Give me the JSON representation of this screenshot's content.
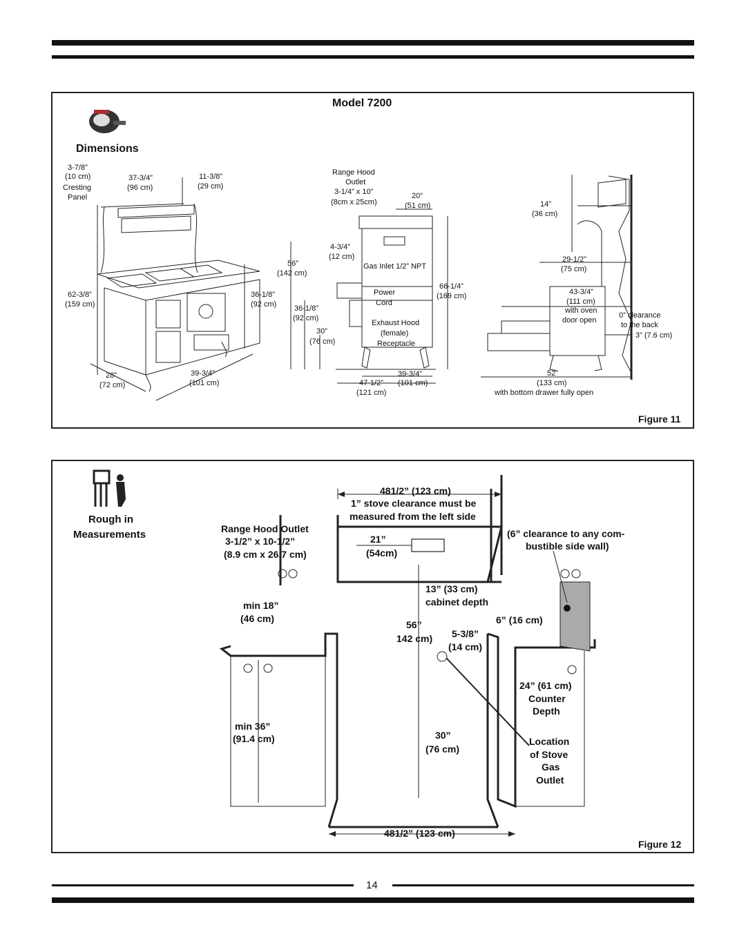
{
  "page_number": "14",
  "figure11": {
    "model": "Model 7200",
    "section_title": "Dimensions",
    "caption": "Figure 11",
    "front_view": {
      "cresting_panel_in": "3-7/8”",
      "cresting_panel_cm": "(10 cm)",
      "cresting_label_1": "Cresting",
      "cresting_label_2": "Panel",
      "width_top_in": "37-3/4”",
      "width_top_cm": "(96 cm)",
      "shelf_depth_in": "11-3/8”",
      "shelf_depth_cm": "(29 cm)",
      "height_in": "62-3/8”",
      "height_cm": "(159 cm)",
      "counter_height_in": "36-1/8”",
      "counter_height_cm": "(92 cm)",
      "depth_in": "28”",
      "depth_cm": "(72 cm)",
      "width_in": "39-3/4”",
      "width_cm": "(101 cm)"
    },
    "rear_view": {
      "hood_outlet_1": "Range Hood",
      "hood_outlet_2": "Outlet",
      "hood_outlet_size_in": "3-1/4” x 10”",
      "hood_outlet_size_cm": "(8cm x 25cm)",
      "offset_in": "20”",
      "offset_cm": "(51 cm)",
      "gas_offset_in": "4-3/4”",
      "gas_offset_cm": "(12 cm)",
      "gas_inlet": "Gas Inlet 1/2” NPT",
      "height56_in": "56”",
      "height56_cm": "(142 cm)",
      "height_total_in": "66-1/4”",
      "height_total_cm": "(169 cm)",
      "power_cord_1": "Power",
      "power_cord_2": "Cord",
      "height36_in": "36-1/8”",
      "height36_cm": "(92 cm)",
      "exhaust_1": "Exhaust Hood",
      "exhaust_2": "(female)",
      "exhaust_3": "Receptacle",
      "height30_in": "30”",
      "height30_cm": "(76 cm)",
      "width_in": "39-3/4”",
      "width_cm": "(101 cm)",
      "width_total_in": "47-1/2”",
      "width_total_cm": "(121 cm)"
    },
    "side_view": {
      "depth14_in": "14”",
      "depth14_cm": "(36 cm)",
      "depth29_in": "29-1/2”",
      "depth29_cm": "(75 cm)",
      "depth43_in": "43-3/4”",
      "depth43_cm": "(111 cm)",
      "oven_open_1": "with oven",
      "oven_open_2": "door open",
      "clearance_1": "0” clearance",
      "clearance_2": "to the back",
      "clearance_3": "3” (7.6 cm)",
      "depth52_in": "52”",
      "depth52_cm": "(133 cm)",
      "drawer_note": "with bottom drawer fully open"
    }
  },
  "figure12": {
    "section_title_1": "Rough in",
    "section_title_2": "Measurements",
    "caption": "Figure 12",
    "top_width": "481/2”  (123 cm)",
    "note_1": "1” stove clearance must be",
    "note_2": "measured from the left side",
    "hood_outlet_1": "Range Hood Outlet",
    "hood_outlet_2": "3-1/2”  x  10-1/2”",
    "hood_outlet_3": "(8.9 cm x 26.7 cm)",
    "offset_in": "21”",
    "offset_cm": "(54cm)",
    "side_clear_1": "(6” clearance to any com-",
    "side_clear_2": "bustible side wall)",
    "cabinet_1": "13”  (33 cm)",
    "cabinet_2": "cabinet depth",
    "min18_1": "min 18”",
    "min18_2": "(46 cm)",
    "height56_in": "56”",
    "height56_cm": "142 cm)",
    "six_in": "6”  (16 cm)",
    "gas_offset_in": "5-3/8”",
    "gas_offset_cm": "(14 cm)",
    "counter_1": "24”  (61 cm)",
    "counter_2": "Counter",
    "counter_3": "Depth",
    "min36_1": "min 36”",
    "min36_2": "(91.4 cm)",
    "h30_in": "30”",
    "h30_cm": "(76 cm)",
    "loc_1": "Location",
    "loc_2": "of Stove",
    "loc_3": "Gas",
    "loc_4": "Outlet",
    "bottom_width": "481/2”  (123 cm)"
  }
}
